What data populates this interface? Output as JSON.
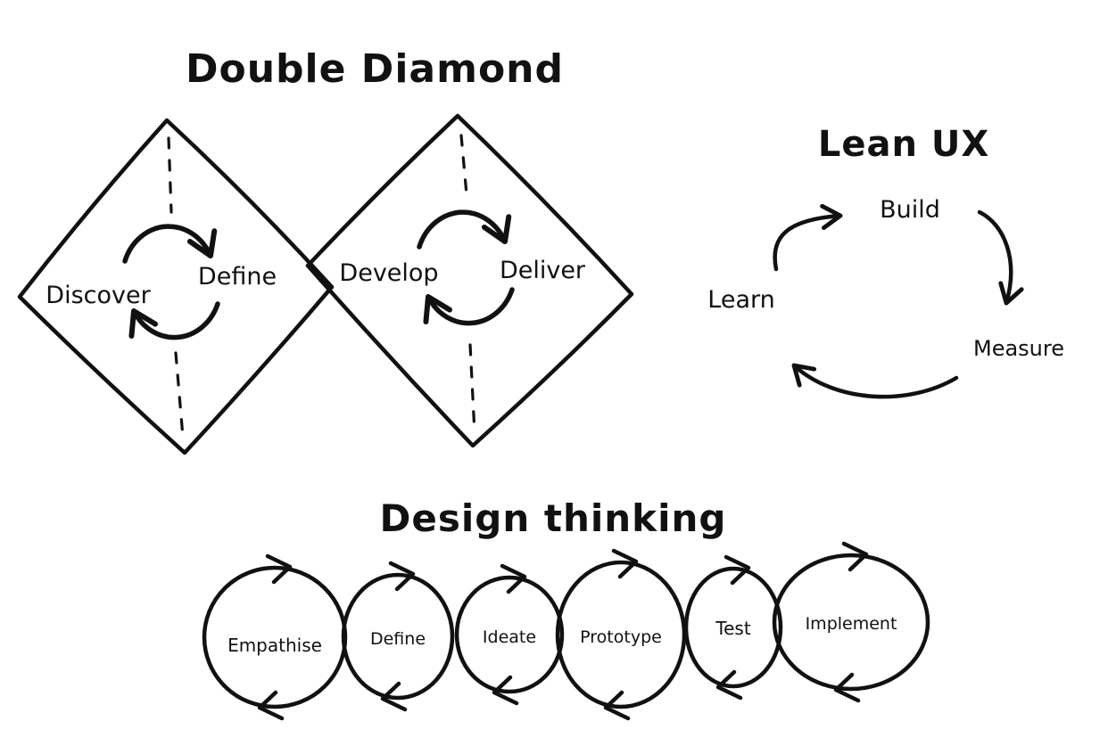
{
  "double_diamond": {
    "title": "Double Diamond",
    "diamond1": {
      "left_label": "Discover",
      "right_label": "Define"
    },
    "diamond2": {
      "left_label": "Develop",
      "right_label": "Deliver"
    }
  },
  "lean_ux": {
    "title": "Lean UX",
    "nodes": {
      "build": "Build",
      "measure": "Measure",
      "learn": "Learn"
    }
  },
  "design_thinking": {
    "title": "Design thinking",
    "stages": [
      "Empathise",
      "Define",
      "Ideate",
      "Prototype",
      "Test",
      "Implement"
    ]
  },
  "colors": {
    "ink": "#111111",
    "background": "#ffffff"
  }
}
